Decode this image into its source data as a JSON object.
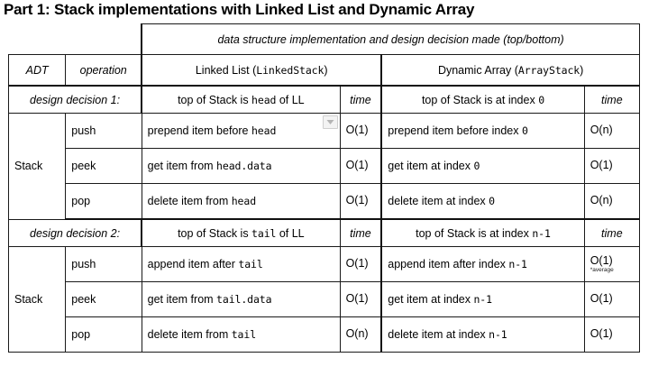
{
  "title": "Part 1: Stack implementations with Linked List and Dynamic Array",
  "table": {
    "super_header": "data structure implementation and design decision made (top/bottom)",
    "columns": {
      "adt": "ADT",
      "operation": "operation",
      "linked_list": "Linked List (LinkedStack)",
      "linked_list_plain": "Linked List",
      "linked_list_code": "LinkedStack",
      "dynamic_array": "Dynamic Array (ArrayStack)",
      "dynamic_array_plain": "Dynamic Array",
      "dynamic_array_code": "ArrayStack",
      "time": "time"
    },
    "sections": [
      {
        "label": "design decision 1:",
        "ll_decision_pre": "top of Stack is ",
        "ll_decision_code": "head",
        "ll_decision_post": " of LL",
        "ll_decision_full": "top of Stack is head of LL",
        "da_decision_pre": "top of Stack is at index ",
        "da_decision_code": "0",
        "da_decision_full": "top of Stack is at index 0",
        "time_label": "time",
        "adt": "Stack",
        "rows": [
          {
            "operation": "push",
            "ll_pre": "prepend item before ",
            "ll_code": "head",
            "ll_post": "",
            "ll_full": "prepend item before head",
            "ll_time": "O(1)",
            "ll_time_note": "",
            "da_pre": "prepend item before index ",
            "da_code": "0",
            "da_post": "",
            "da_full": "prepend item before index 0",
            "da_time": "O(n)",
            "da_time_note": "",
            "has_dropdown": true
          },
          {
            "operation": "peek",
            "ll_pre": "get item from ",
            "ll_code": "head.data",
            "ll_post": "",
            "ll_full": "get item from head.data",
            "ll_time": "O(1)",
            "ll_time_note": "",
            "da_pre": "get item at index ",
            "da_code": "0",
            "da_post": "",
            "da_full": "get item at index 0",
            "da_time": "O(1)",
            "da_time_note": "",
            "has_dropdown": false
          },
          {
            "operation": "pop",
            "ll_pre": "delete item from ",
            "ll_code": "head",
            "ll_post": "",
            "ll_full": "delete item from head",
            "ll_time": "O(1)",
            "ll_time_note": "",
            "da_pre": "delete item at index ",
            "da_code": "0",
            "da_post": "",
            "da_full": "delete item at index 0",
            "da_time": "O(n)",
            "da_time_note": "",
            "has_dropdown": false
          }
        ]
      },
      {
        "label": "design decision 2:",
        "ll_decision_pre": "top of Stack is ",
        "ll_decision_code": "tail",
        "ll_decision_post": " of LL",
        "ll_decision_full": "top of Stack is tail of LL",
        "da_decision_pre": "top of Stack is at index ",
        "da_decision_code": "n-1",
        "da_decision_full": "top of Stack is at index n-1",
        "time_label": "time",
        "adt": "Stack",
        "rows": [
          {
            "operation": "push",
            "ll_pre": "append item after ",
            "ll_code": "tail",
            "ll_post": "",
            "ll_full": "append item after tail",
            "ll_time": "O(1)",
            "ll_time_note": "",
            "da_pre": "append item after index ",
            "da_code": "n-1",
            "da_post": "",
            "da_full": "append item after index n-1",
            "da_time": "O(1)",
            "da_time_note": "*average",
            "has_dropdown": false
          },
          {
            "operation": "peek",
            "ll_pre": "get item from ",
            "ll_code": "tail.data",
            "ll_post": "",
            "ll_full": "get item from tail.data",
            "ll_time": "O(1)",
            "ll_time_note": "",
            "da_pre": "get item at index ",
            "da_code": "n-1",
            "da_post": "",
            "da_full": "get item at index n-1",
            "da_time": "O(1)",
            "da_time_note": "",
            "has_dropdown": false
          },
          {
            "operation": "pop",
            "ll_pre": "delete item from ",
            "ll_code": "tail",
            "ll_post": "",
            "ll_full": "delete item from tail",
            "ll_time": "O(n)",
            "ll_time_note": "",
            "da_pre": "delete item at index ",
            "da_code": "n-1",
            "da_post": "",
            "da_full": "delete item at index n-1",
            "da_time": "O(1)",
            "da_time_note": "",
            "has_dropdown": false
          }
        ]
      }
    ]
  },
  "widgets": {
    "dropdown_icon": "chevron-down-icon"
  },
  "colors": {
    "border": "#1a1a1a",
    "background": "#ffffff",
    "text": "#000000",
    "chip_fill": "#f3f3f3",
    "chip_border": "#cfcfcf"
  }
}
